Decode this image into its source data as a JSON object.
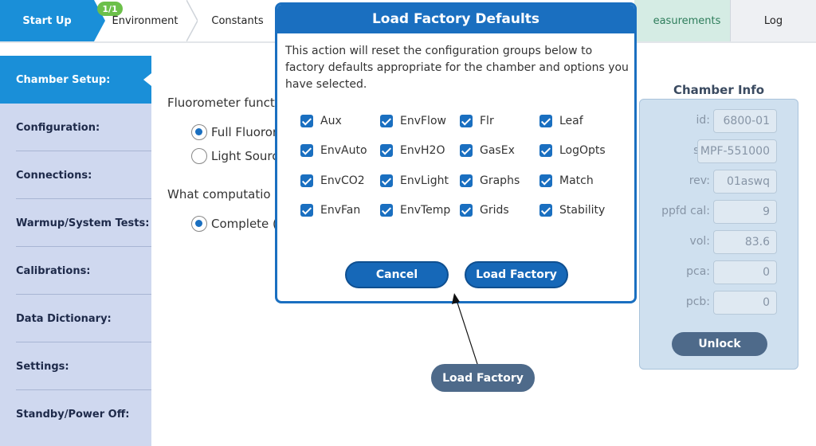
{
  "tabs": {
    "startup": "Start Up",
    "environment": "Environment",
    "environment_badge": "1/1",
    "constants": "Constants",
    "measurements": "easurements",
    "log": "Log"
  },
  "sidebar": {
    "items": [
      {
        "label": "Chamber Setup:"
      },
      {
        "label": "Configuration:"
      },
      {
        "label": "Connections:"
      },
      {
        "label": "Warmup/System Tests:"
      },
      {
        "label": "Calibrations:"
      },
      {
        "label": "Data Dictionary:"
      },
      {
        "label": "Settings:"
      },
      {
        "label": "Standby/Power Off:"
      }
    ]
  },
  "main": {
    "fluorometer_label": "Fluorometer funct",
    "option_full": "Full Fluoror",
    "option_light": "Light Sourc",
    "computation_label": "What computatio",
    "option_complete": "Complete ("
  },
  "chamber_info": {
    "title": "Chamber Info",
    "rows": [
      {
        "label": "id:",
        "value": "6800-01"
      },
      {
        "label": "sn:",
        "value": "MPF-551000"
      },
      {
        "label": "rev:",
        "value": "01aswq"
      },
      {
        "label": "ppfd cal:",
        "value": "9"
      },
      {
        "label": "vol:",
        "value": "83.6"
      },
      {
        "label": "pca:",
        "value": "0"
      },
      {
        "label": "pcb:",
        "value": "0"
      }
    ],
    "unlock_label": "Unlock"
  },
  "dialog": {
    "title": "Load Factory Defaults",
    "message": "This action will reset the configuration groups below to factory defaults appropriate for the chamber and options you have selected.",
    "checkboxes": [
      [
        "Aux",
        "EnvFlow",
        "Flr",
        "Leaf"
      ],
      [
        "EnvAuto",
        "EnvH2O",
        "GasEx",
        "LogOpts"
      ],
      [
        "EnvCO2",
        "EnvLight",
        "Graphs",
        "Match"
      ],
      [
        "EnvFan",
        "EnvTemp",
        "Grids",
        "Stability"
      ]
    ],
    "cancel_label": "Cancel",
    "load_label": "Load Factory"
  },
  "callout": {
    "label": "Load Factory"
  },
  "colors": {
    "accent": "#1a8fd8",
    "dialog_blue": "#1a6fc0",
    "sidebar_bg": "#cfd8ef",
    "callout_bg": "#4e6a8a"
  }
}
